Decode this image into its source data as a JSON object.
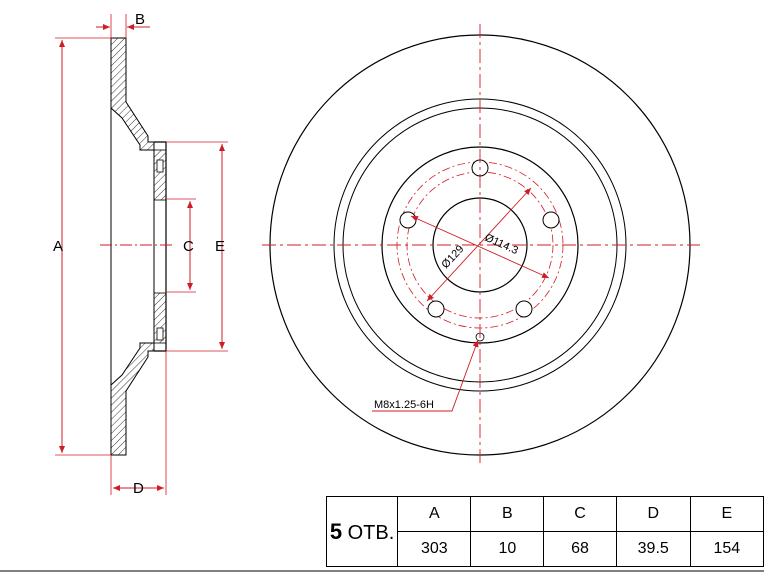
{
  "dimension_labels": {
    "a": "A",
    "b": "B",
    "c": "C",
    "d": "D",
    "e": "E"
  },
  "callouts": {
    "bolt_circle": "Ø114.3",
    "hub_circle": "Ø129",
    "thread": "M8x1.25-6H"
  },
  "spec_table": {
    "holes_count": "5",
    "holes_unit": "ОТВ.",
    "headers": [
      "A",
      "B",
      "C",
      "D",
      "E"
    ],
    "values": [
      "303",
      "10",
      "68",
      "39.5",
      "154"
    ]
  },
  "colors": {
    "dimension_line": "#d01c24",
    "outline": "#000000"
  }
}
